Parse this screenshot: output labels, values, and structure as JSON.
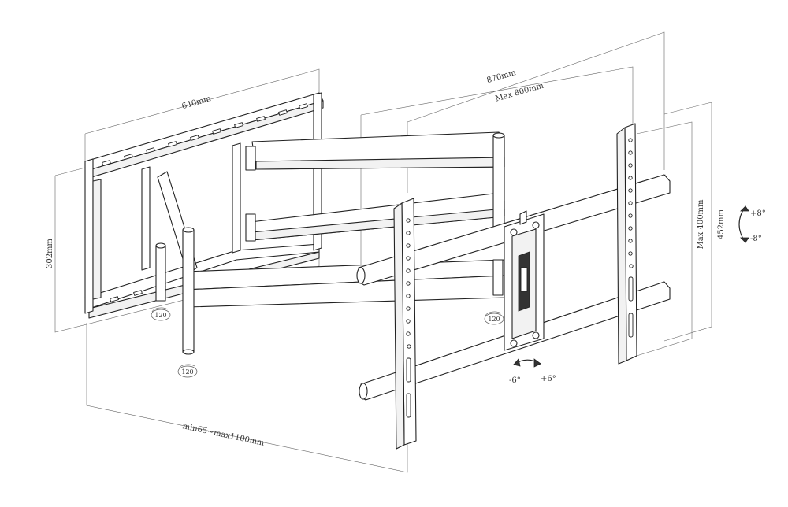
{
  "dimensions": {
    "wall_plate_width": "640mm",
    "wall_plate_height": "302mm",
    "overall_width": "870mm",
    "max_vesa_width": "Max 800mm",
    "max_vesa_height": "Max 400mm",
    "overall_height": "452mm",
    "extension": "min65~max1100mm"
  },
  "swivel_badges": {
    "left_upper": "120",
    "left_lower": "120",
    "center": "120"
  },
  "tilt": {
    "up": "+8°",
    "down": "-8°"
  },
  "rotation": {
    "left": "-6°",
    "right": "+6°"
  },
  "colors": {
    "line": "#222222",
    "dimension_line": "#666666",
    "background": "#ffffff"
  }
}
